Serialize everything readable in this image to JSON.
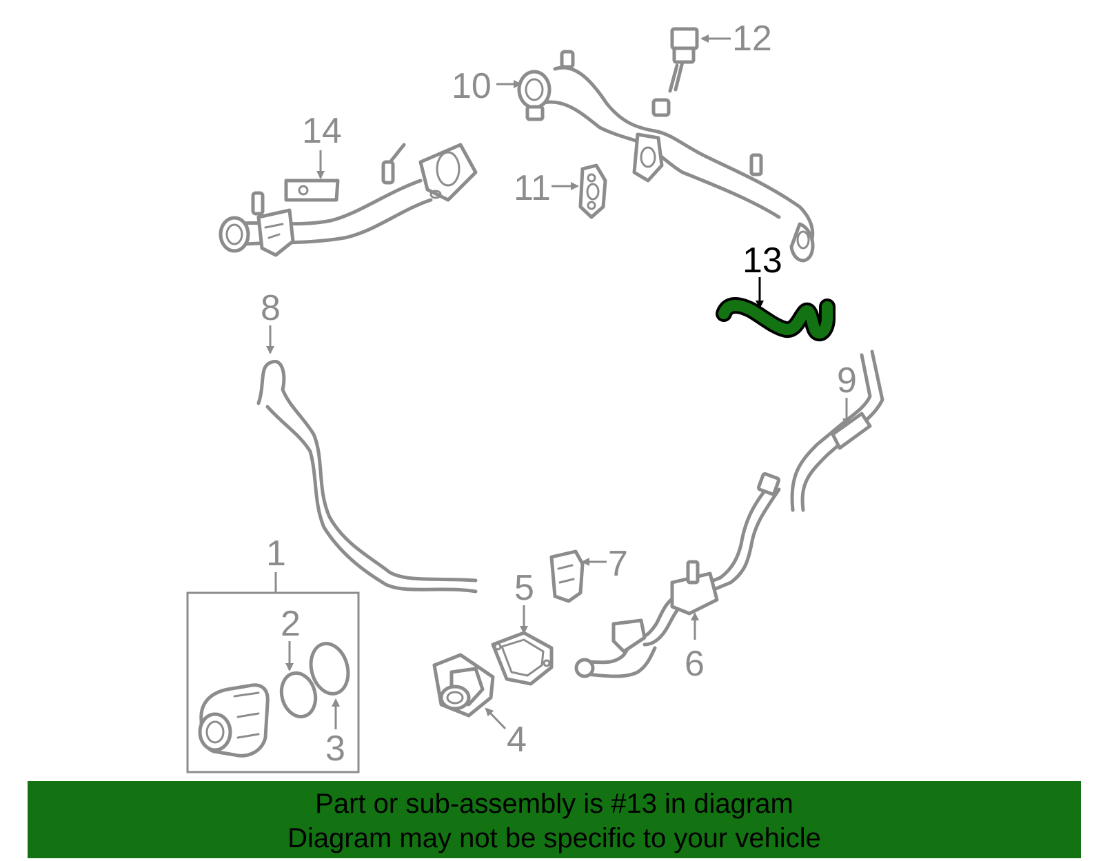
{
  "diagram": {
    "highlighted_part": "13",
    "highlight_color": "#137313",
    "callouts": [
      "1",
      "2",
      "3",
      "4",
      "5",
      "6",
      "7",
      "8",
      "9",
      "10",
      "11",
      "12",
      "13",
      "14"
    ]
  },
  "banner": {
    "line1": "Part or sub-assembly is #13 in diagram",
    "line2": "Diagram may not be specific to your vehicle",
    "background_color": "#137313"
  }
}
